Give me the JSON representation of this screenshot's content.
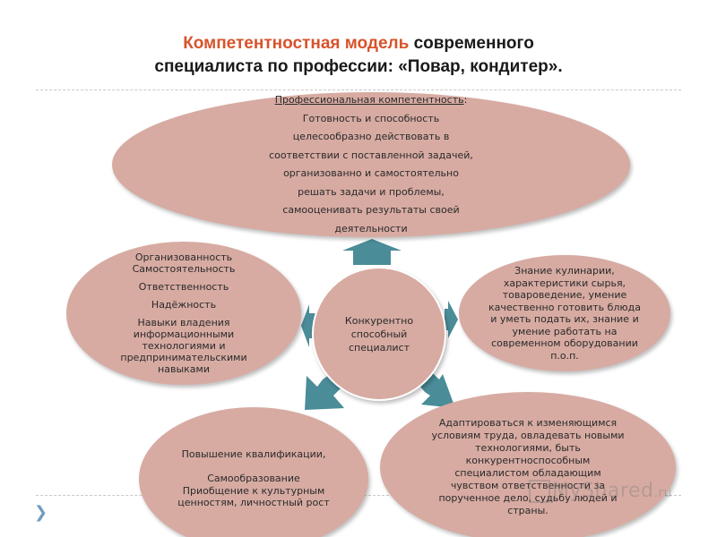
{
  "title": {
    "part1_accent": "Компетентностная модель",
    "part1_rest": " современного",
    "line2": "специалиста  по профессии: «Повар, кондитер»."
  },
  "center": {
    "label": "Конкурентно способный специалист"
  },
  "top": {
    "heading": "Профессиональная компетентность",
    "heading_suffix": ":",
    "lines": [
      "Готовность и способность",
      "целесообразно действовать в",
      "соответствии с поставленной задачей,",
      "организованно и самостоятельно",
      "решать задачи и проблемы,",
      "самооценивать результаты своей",
      "деятельности"
    ]
  },
  "left": {
    "items": [
      "Организованность",
      "Самостоятельность",
      "Ответственность",
      "Надёжность",
      "Навыки владения информационными технологиями и предпринимательскими навыками"
    ]
  },
  "right": {
    "text": "Знание кулинарии, характеристики сырья, товароведение, умение качественно готовить блюда и уметь подать их, знание и умение работать на современном оборудовании п.о.п."
  },
  "bottom_left": {
    "line1": "Повышение квалификации,",
    "line2": "Самообразование",
    "line3": "Приобщение к культурным ценностям, личностный рост"
  },
  "bottom_right": {
    "text": "Адаптироваться к изменяющимся условиям труда, овладевать новыми технологиями, быть конкурентноспособным специалистом обладающим чувством ответственности за порученное дело, судьбу людей и страны."
  },
  "watermark": {
    "text": "MyShared",
    "ext": ".ru"
  },
  "colors": {
    "ellipse_fill": "#d7aba2",
    "arrow_fill": "#4a8c98",
    "title_accent": "#d7532b"
  }
}
